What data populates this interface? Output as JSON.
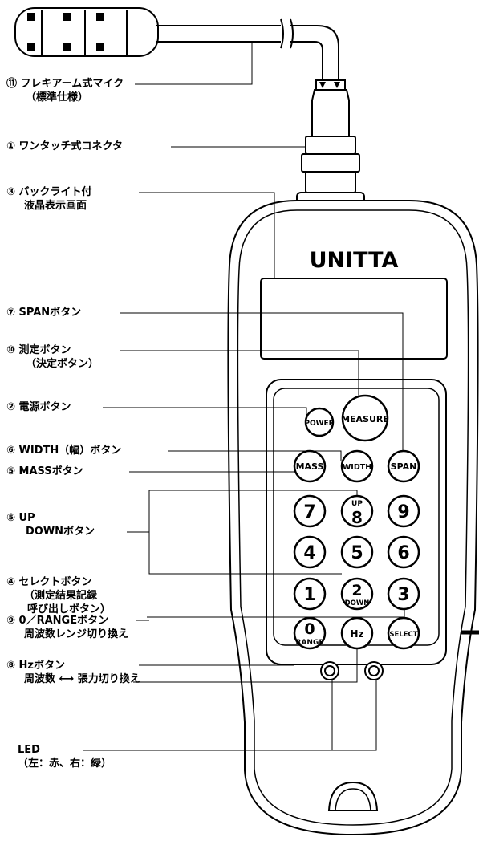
{
  "brand": "UNITTA",
  "labels": {
    "mic": [
      "⑪ フレキアーム式マイク",
      "（標準仕様）"
    ],
    "connector": [
      "① ワンタッチ式コネクタ"
    ],
    "display": [
      "③ バックライト付",
      "液晶表示画面"
    ],
    "span": [
      "⑦ SPANボタン"
    ],
    "measure": [
      "⑩ 測定ボタン",
      "（決定ボタン）"
    ],
    "power": [
      "② 電源ボタン"
    ],
    "width": [
      "⑥ WIDTH（幅）ボタン"
    ],
    "mass": [
      "⑤ MASSボタン"
    ],
    "updown": [
      "⑤ UP",
      "DOWNボタン"
    ],
    "select": [
      "④ セレクトボタン",
      "（測定結果記録",
      "呼び出しボタン）"
    ],
    "range": [
      "⑨ 0／RANGEボタン",
      "周波数レンジ切り換え"
    ],
    "hz": [
      "⑧ Hzボタン",
      "周波数 ⟷ 張力切り換え"
    ],
    "led": [
      "LED",
      "（左：赤、右：緑）"
    ]
  },
  "keys": {
    "power": "POWER",
    "measure": "MEASURE",
    "mass": "MASS",
    "width": "WIDTH",
    "span": "SPAN",
    "up": "UP",
    "down": "DOWN",
    "range": "RANGE",
    "hz": "Hz",
    "select": "SELECT",
    "digits": [
      "7",
      "8",
      "9",
      "4",
      "5",
      "6",
      "1",
      "2",
      "3",
      "0"
    ]
  }
}
